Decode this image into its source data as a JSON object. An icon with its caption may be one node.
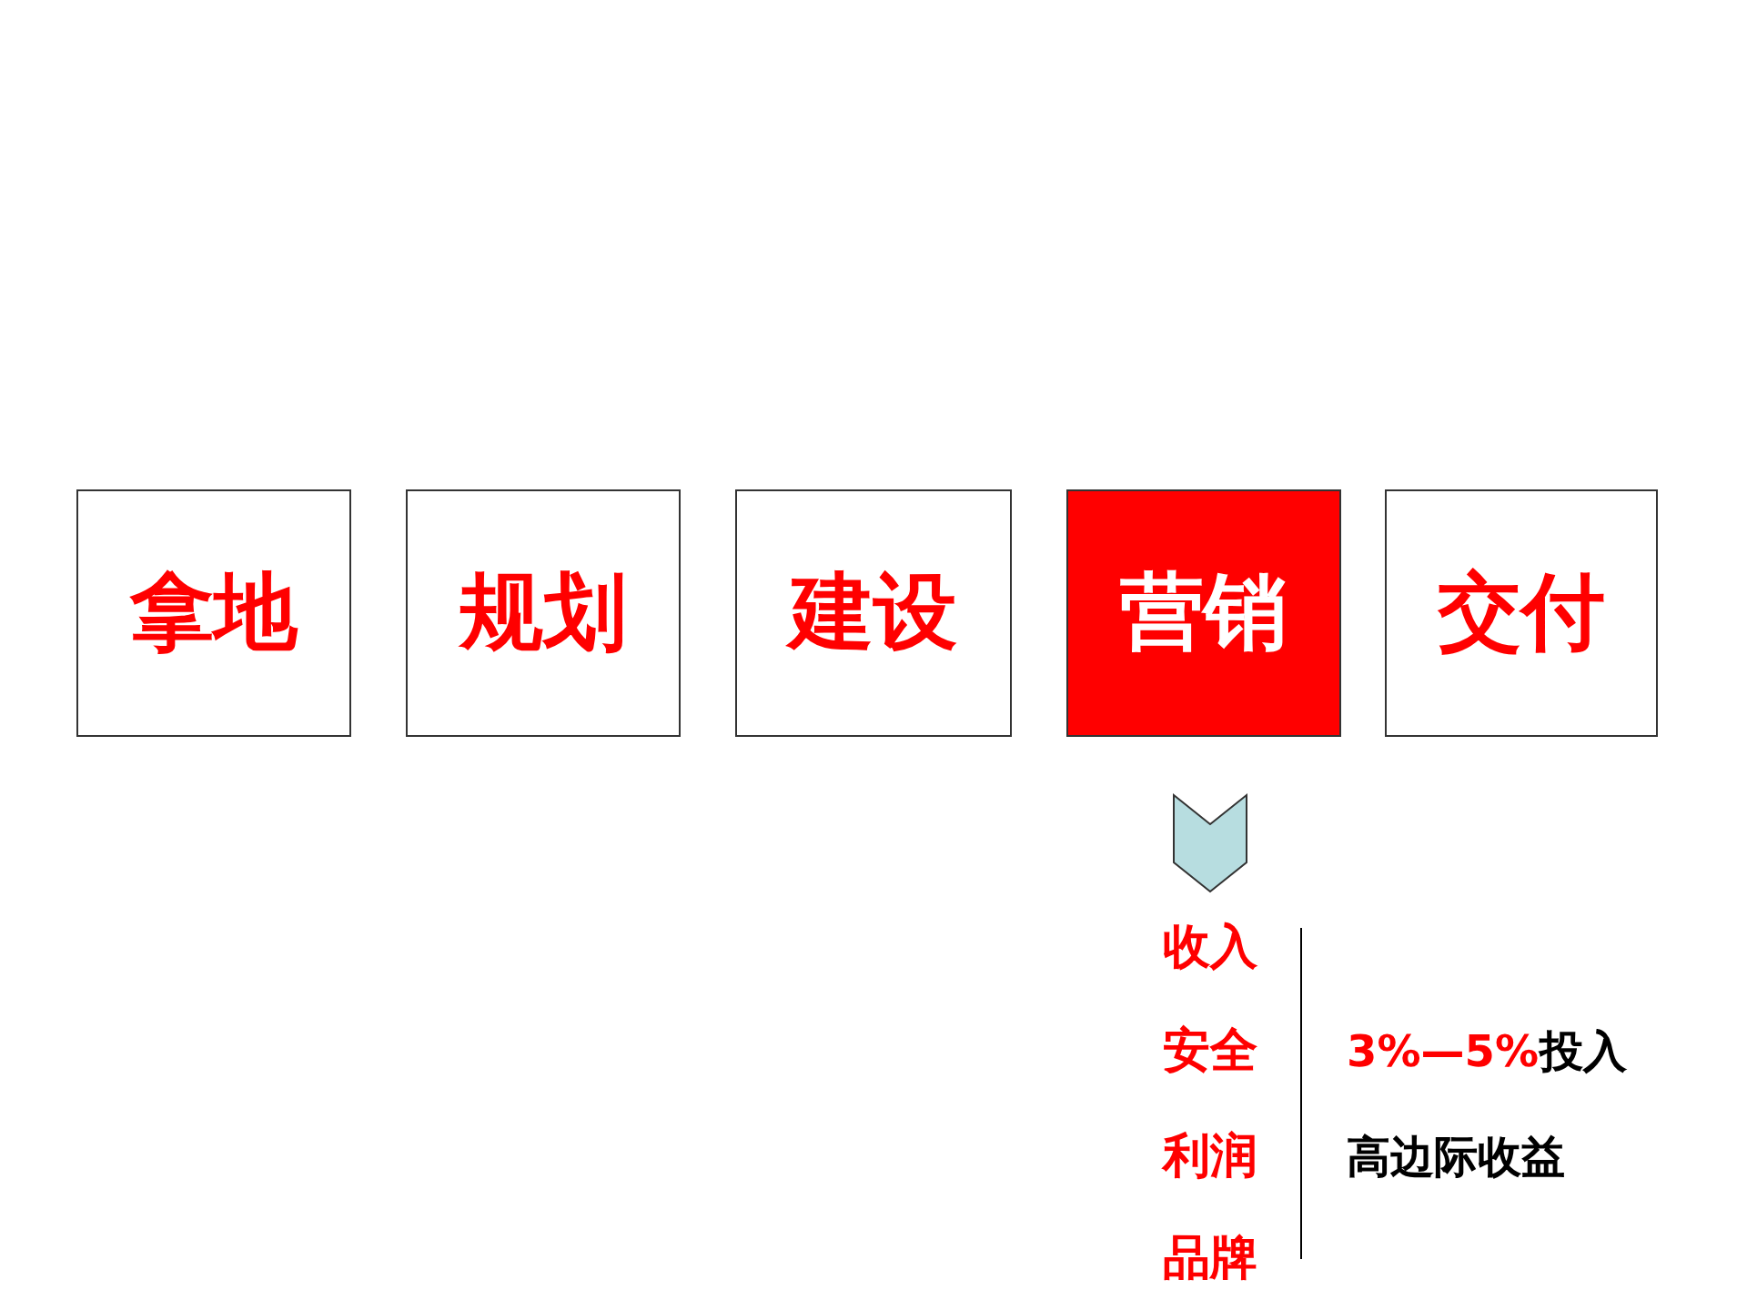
{
  "diagram": {
    "nodes": [
      {
        "text": [
          "拿地"
        ]
      },
      {
        "text": [
          "规划"
        ]
      },
      {
        "text": [
          "建设"
        ]
      },
      {
        "text": [
          "营销"
        ]
      },
      {
        "text": [
          "交付"
        ]
      }
    ],
    "labels": [
      "收入",
      "安全",
      "利润",
      "品牌",
      "3%—5%",
      "投入",
      "高边际收益"
    ]
  }
}
